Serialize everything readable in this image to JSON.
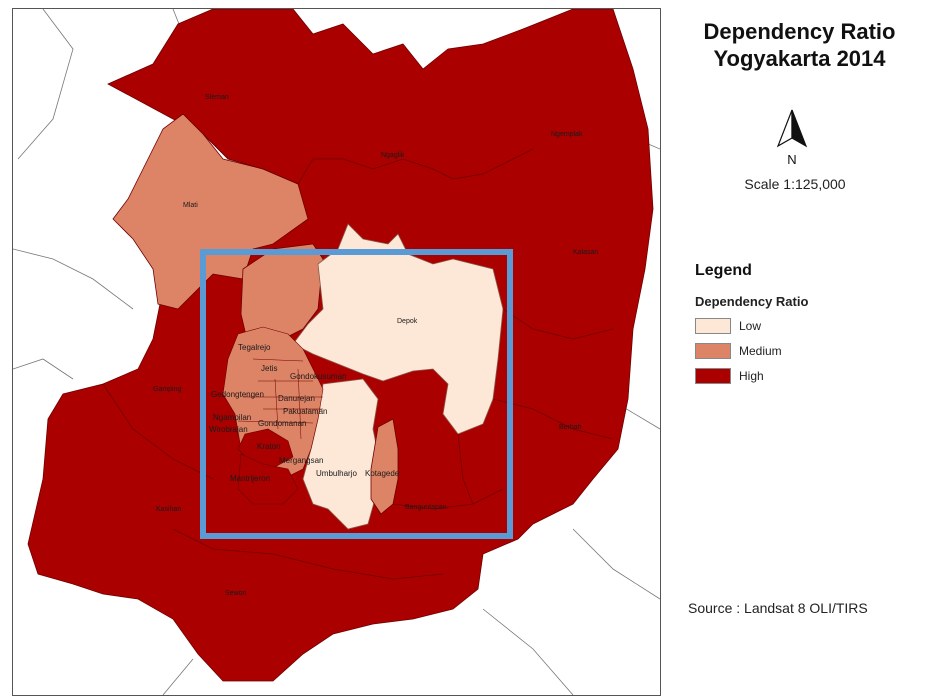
{
  "title": {
    "line1": "Dependency Ratio",
    "line2": "Yogyakarta 2014"
  },
  "north_arrow": {
    "letter": "N"
  },
  "scale": {
    "text": "Scale 1:125,000"
  },
  "legend": {
    "title": "Legend",
    "subtitle": "Dependency Ratio",
    "items": [
      {
        "label": "Low",
        "color": "#fde8d7"
      },
      {
        "label": "Medium",
        "color": "#de8466"
      },
      {
        "label": "High",
        "color": "#ab0000"
      }
    ]
  },
  "source": {
    "text": "Source : Landsat 8 OLI/TIRS"
  },
  "colors": {
    "high": "#ab0000",
    "medium": "#de8466",
    "low": "#fde8d7",
    "focus_box": "#5b9bd5"
  },
  "regions": {
    "sleman": "Sleman",
    "ngaglik": "Ngaglik",
    "ngemplak": "Ngemplak",
    "mlati": "Mlati",
    "kalasan": "Kalasan",
    "depok": "Depok",
    "gamping": "Gamping",
    "berbah": "Berbah",
    "kasihan": "Kasihan",
    "sewon": "Sewon",
    "banguntapan": "Banguntapan"
  },
  "districts": {
    "tegalrejo": "Tegalrejo",
    "jetis": "Jetis",
    "gondokusuman": "Gondokusuman",
    "gedongtengen": "Gedongtengen",
    "danurejan": "Danurejan",
    "ngampilan": "Ngampilan",
    "pakualaman": "Pakualaman",
    "wirobrajan": "Wirobrajan",
    "gondomanan": "Gondomanan",
    "kraton": "Kraton",
    "mergangsan": "Mergangsan",
    "umbulharjo": "Umbulharjo",
    "kotagede": "Kotagede",
    "mantrijeron": "Mantrijeron"
  }
}
